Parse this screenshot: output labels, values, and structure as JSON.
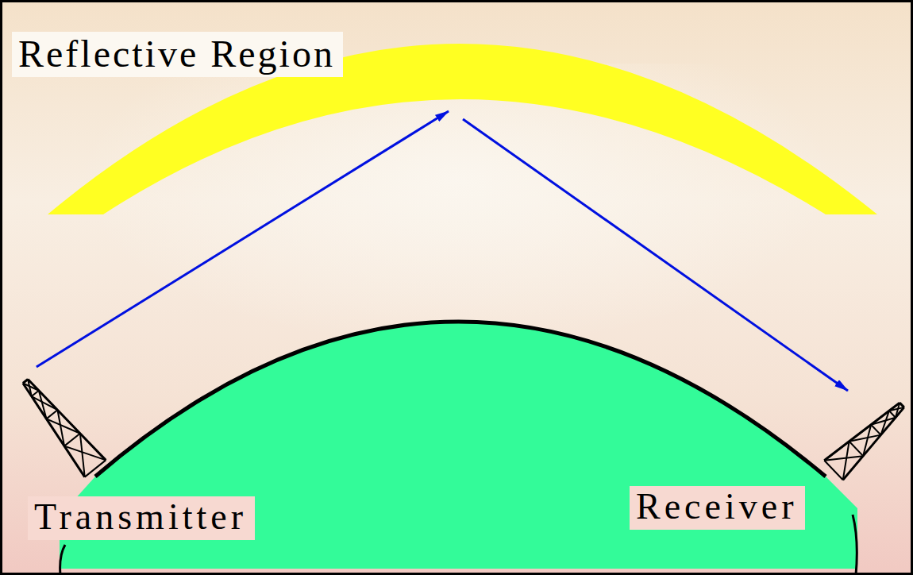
{
  "diagram": {
    "nodes": [
      {
        "text": [
          "Reflective Region"
        ]
      },
      {
        "text": [
          "Transmitter"
        ]
      },
      {
        "text": [
          "Receiver"
        ]
      }
    ],
    "edges": [
      {
        "from": 1,
        "to": 0,
        "arrow": "to"
      },
      {
        "from": 0,
        "to": 2,
        "arrow": "to"
      }
    ]
  }
}
